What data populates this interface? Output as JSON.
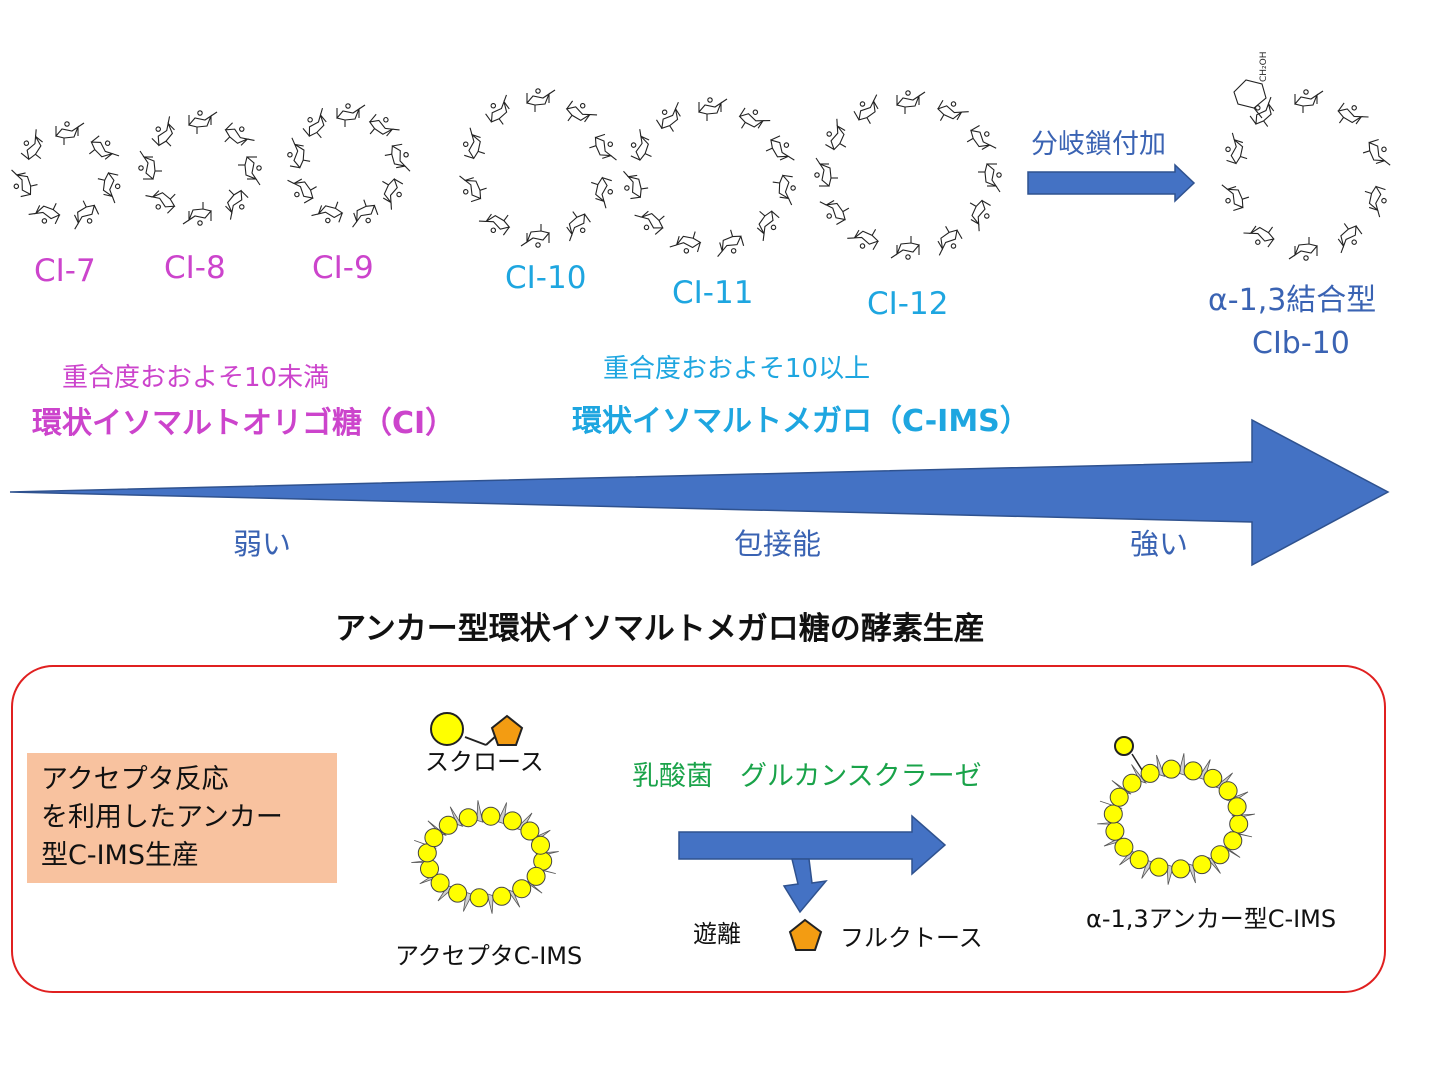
{
  "top": {
    "rings": [
      {
        "label": "CI-7",
        "color": "#cc44cc"
      },
      {
        "label": "CI-8",
        "color": "#cc44cc"
      },
      {
        "label": "CI-9",
        "color": "#cc44cc"
      },
      {
        "label": "CI-10",
        "color": "#1ea6e0"
      },
      {
        "label": "CI-11",
        "color": "#1ea6e0"
      },
      {
        "label": "CI-12",
        "color": "#1ea6e0"
      }
    ],
    "branch_label": "分岐鎖付加",
    "branched_label_line1": "α-1,3結合型",
    "branched_label_line2": "CIb-10",
    "branched_substituent": "CH₂OH",
    "ci_group": {
      "sub": "重合度おおよそ10未満",
      "title": "環状イソマルトオリゴ糖（CI）"
    },
    "cims_group": {
      "sub": "重合度おおよそ10以上",
      "title": "環状イソマルトメガロ（C-IMS）"
    },
    "scale": {
      "left": "弱い",
      "middle": "包接能",
      "right": "強い"
    }
  },
  "bottom": {
    "heading": "アンカー型環状イソマルトメガロ糖の酵素生産",
    "note_lines": [
      "アクセプタ反応",
      "を利用したアンカー",
      "型C-IMS生産"
    ],
    "sucrose": "スクロース",
    "acceptor": "アクセプタC-IMS",
    "enzyme": "乳酸菌　グルカンスクラーゼ",
    "release": "遊離",
    "fructose": "フルクトース",
    "product": "α-1,3アンカー型C-IMS"
  },
  "colors": {
    "arrow": "#4472c4",
    "glucose": "#ffff00",
    "fructose": "#f39c12",
    "panel_border": "#e02020",
    "note_bg": "#f8c29f"
  }
}
